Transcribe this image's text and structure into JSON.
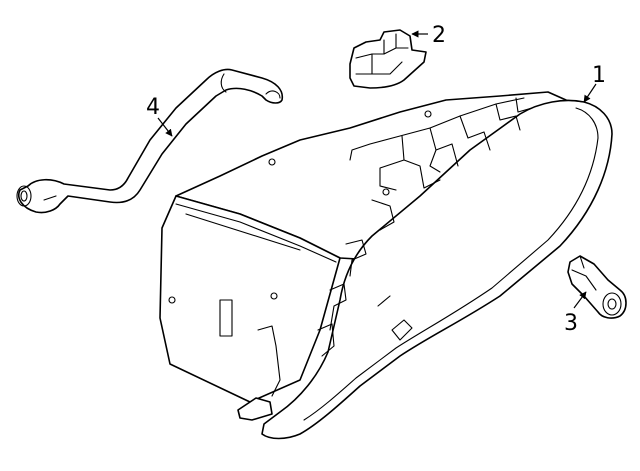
{
  "diagram": {
    "callouts": [
      {
        "id": "callout-1",
        "label": "1"
      },
      {
        "id": "callout-2",
        "label": "2"
      },
      {
        "id": "callout-3",
        "label": "3"
      },
      {
        "id": "callout-4",
        "label": "4"
      }
    ],
    "line_color": "#000000",
    "background_color": "#ffffff"
  }
}
